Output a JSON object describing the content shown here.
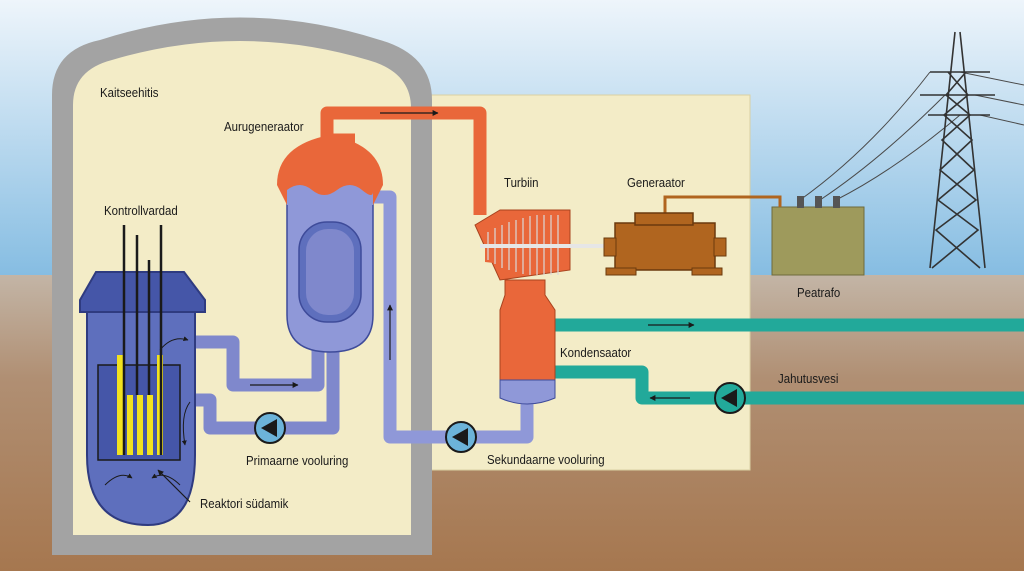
{
  "labels": {
    "containment": "Kaitseehitis",
    "control_rods": "Kontrollvardad",
    "steam_generator": "Aurugeneraator",
    "turbine": "Turbiin",
    "generator": "Generaator",
    "transformer": "Peatrafo",
    "condenser": "Kondensaator",
    "cooling_water": "Jahutusvesi",
    "primary_loop": "Primaarne vooluring",
    "secondary_loop": "Sekundaarne vooluring",
    "reactor_core": "Reaktori südamik"
  },
  "colors": {
    "sky_top": "#e9f2f9",
    "sky_bottom": "#8fc1e3",
    "ground": "#a9805e",
    "containment_wall": "#a3a3a3",
    "building_fill": "#f3ecc7",
    "primary_water": "#7f88cc",
    "reactor_body": "#5e6fbd",
    "steam": "#e9673a",
    "cooling_water": "#22a99a",
    "fuel_rods": "#f2e21f",
    "generator": "#b0651f",
    "transformer": "#9e9a5c"
  },
  "icons": [
    "reactor-vessel",
    "steam-generator",
    "turbine",
    "generator",
    "condenser",
    "pump",
    "transformer",
    "power-pylon"
  ]
}
